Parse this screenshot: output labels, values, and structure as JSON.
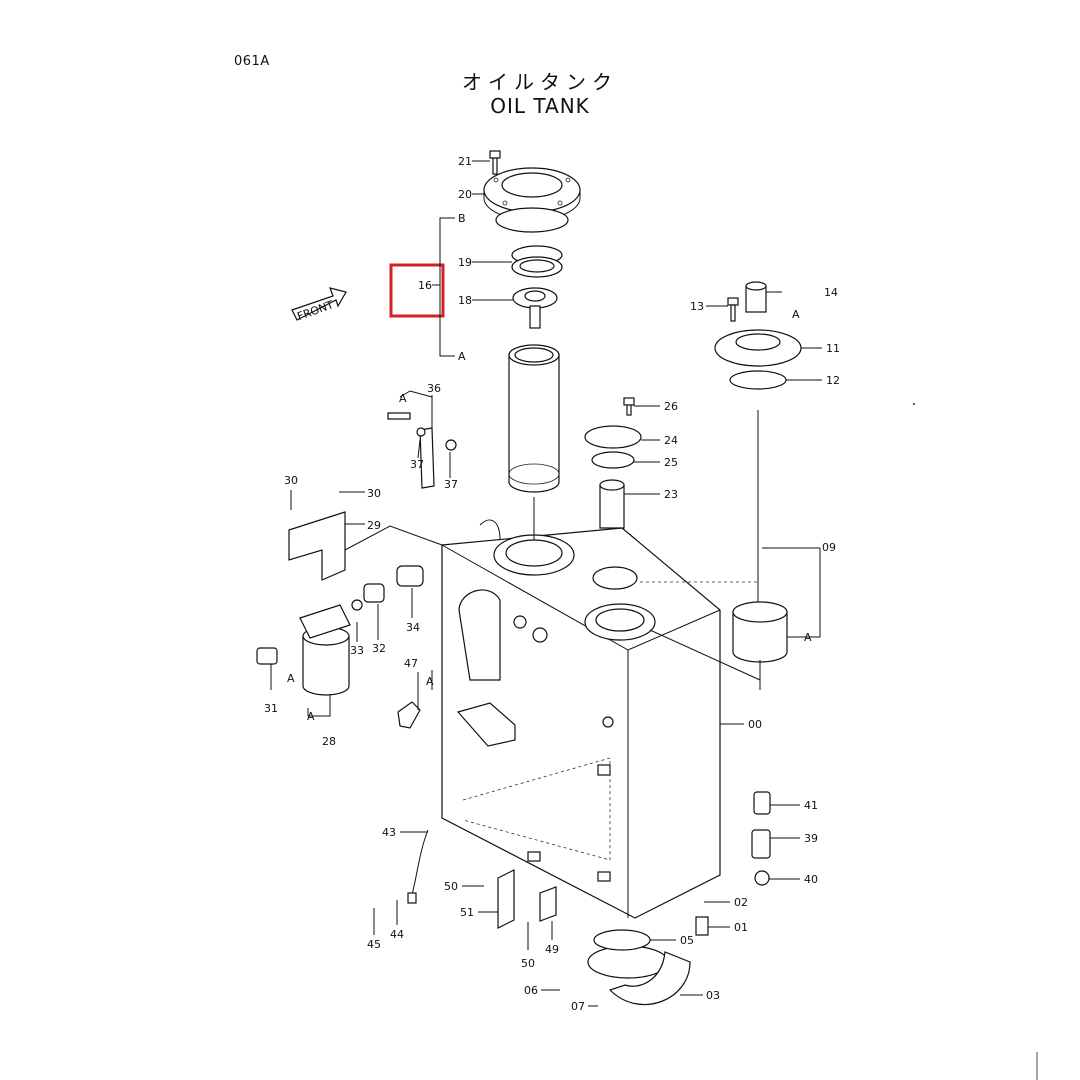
{
  "page_code": "061A",
  "title_jp": "オイルタンク",
  "title_en": "OIL TANK",
  "front_label": "FRONT",
  "highlighted_part": "16",
  "callouts": {
    "p00": "00",
    "p01": "01",
    "p02": "02",
    "p03": "03",
    "p05": "05",
    "p06": "06",
    "p07": "07",
    "p09": "09",
    "p11": "11",
    "p12": "12",
    "p13": "13",
    "p14": "14",
    "p16": "16",
    "p18": "18",
    "p19": "19",
    "p20": "20",
    "p21": "21",
    "p23": "23",
    "p24": "24",
    "p25": "25",
    "p26": "26",
    "p28": "28",
    "p29": "29",
    "p30a": "30",
    "p30b": "30",
    "p31": "31",
    "p32": "32",
    "p33": "33",
    "p34": "34",
    "p36": "36",
    "p37a": "37",
    "p37b": "37",
    "p39": "39",
    "p40": "40",
    "p41": "41",
    "p43": "43",
    "p44": "44",
    "p45": "45",
    "p47": "47",
    "p49": "49",
    "p50a": "50",
    "p50b": "50",
    "p51": "51"
  },
  "ref_letters": {
    "b16": "B",
    "a16": "A",
    "a14": "A",
    "a09": "A",
    "a36": "A",
    "a28": "A",
    "a31": "A",
    "a47": "A"
  },
  "colors": {
    "highlight": "#d32027",
    "ink": "#111111"
  }
}
